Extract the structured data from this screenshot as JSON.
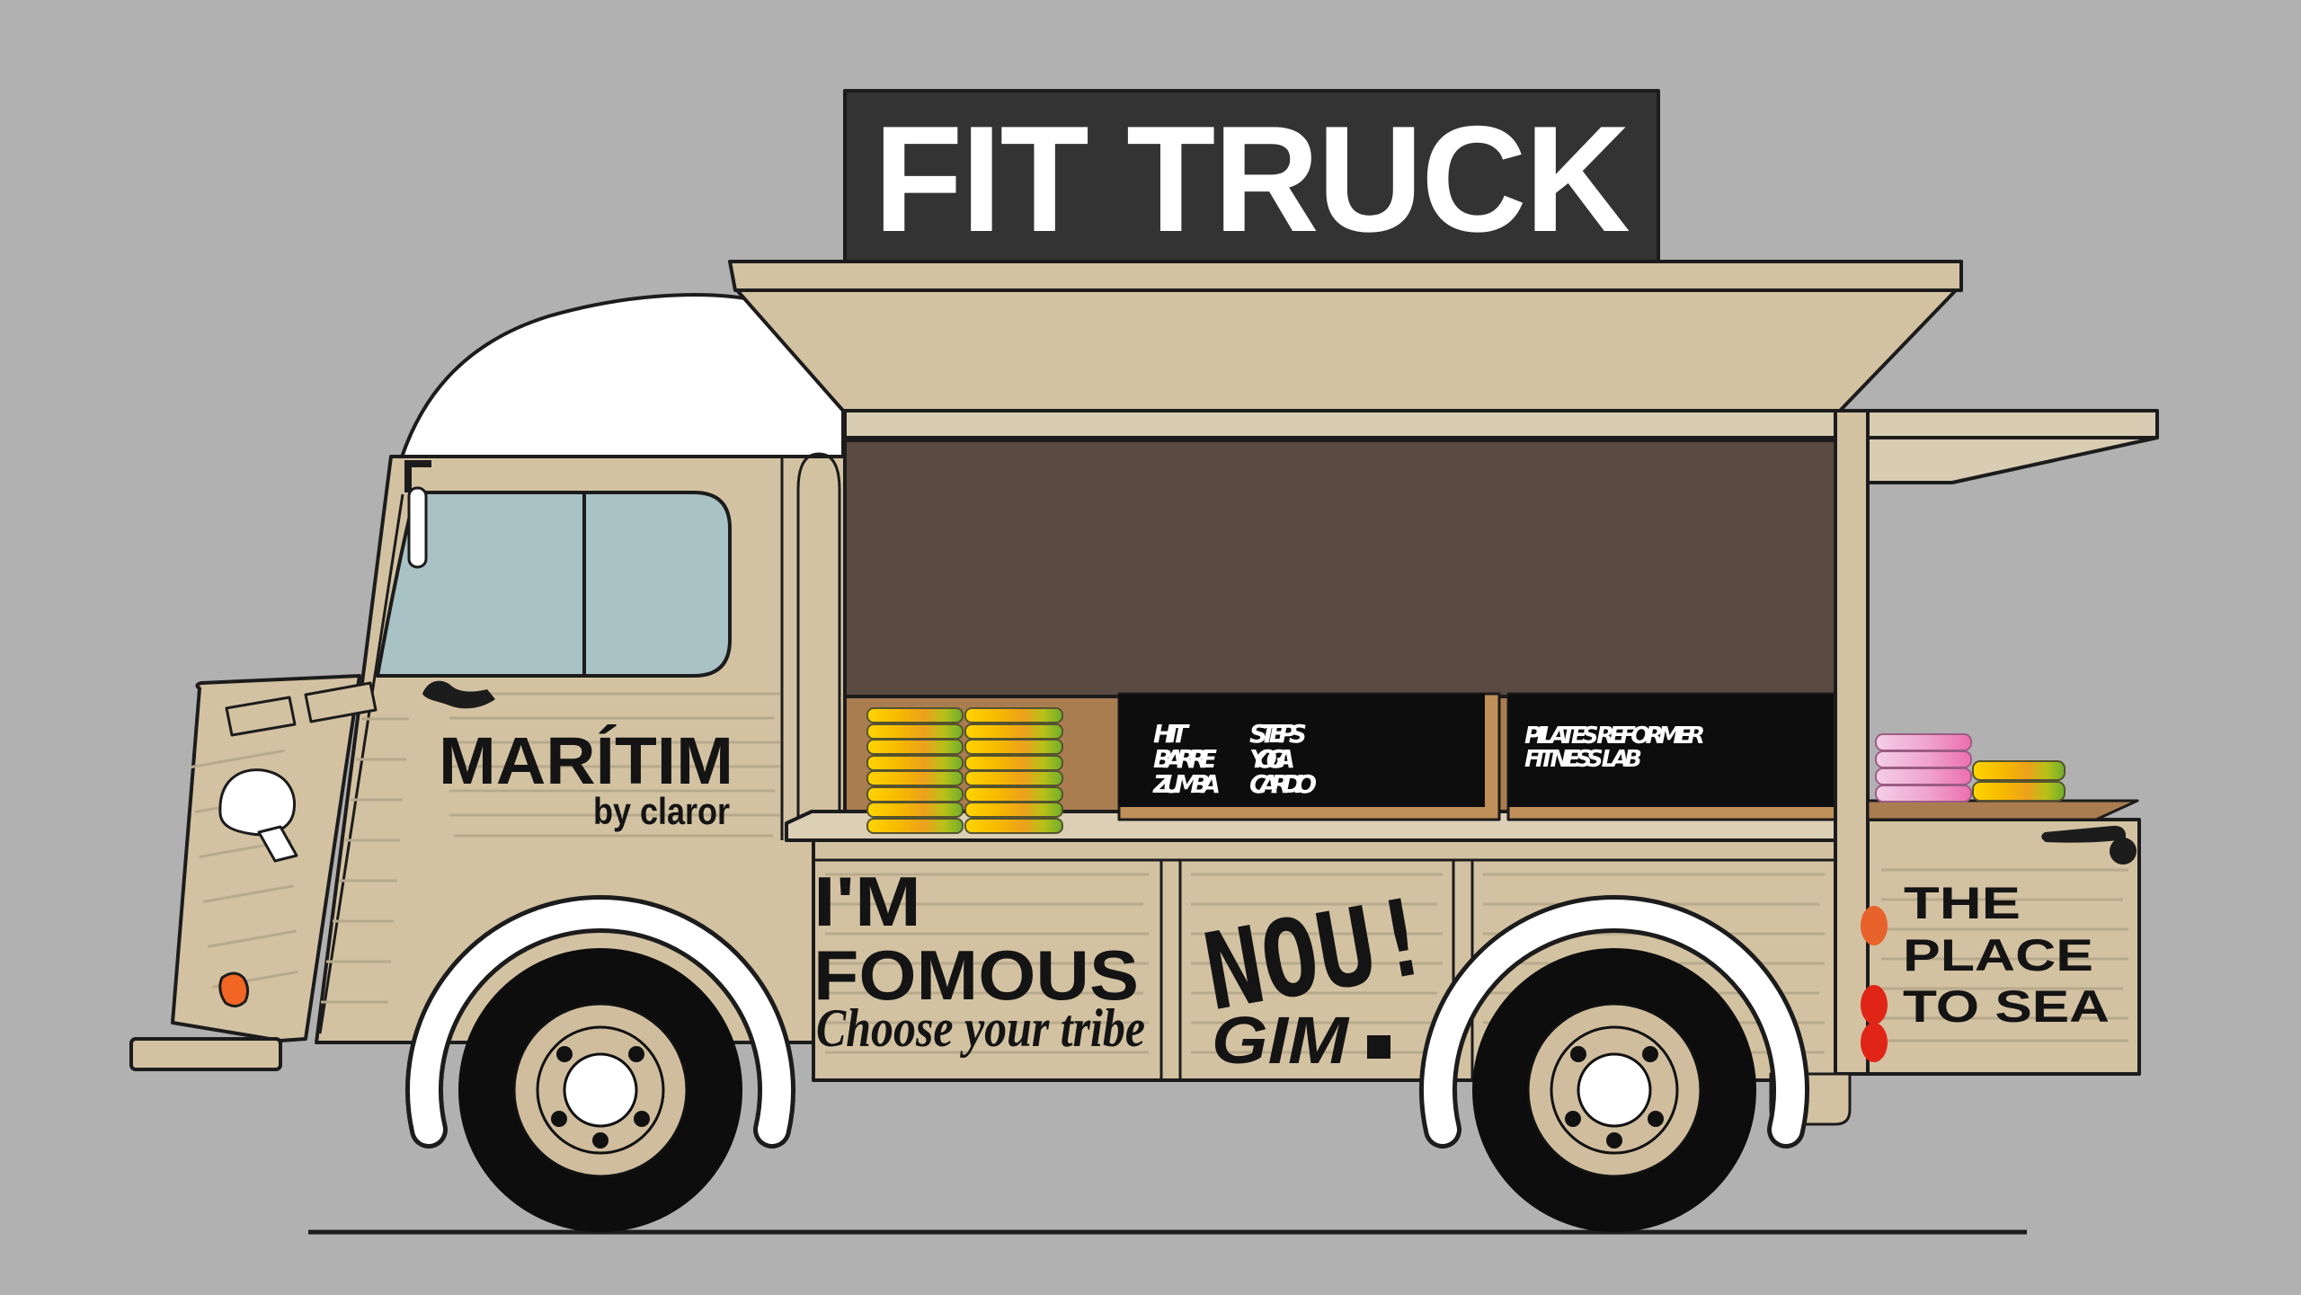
{
  "title": "FIT TRUCK mobile gym food-truck illustration",
  "background_color": "#b1b1b1",
  "sign": {
    "label": "FIT TRUCK",
    "bg": "#333333",
    "text_color": "#ffffff"
  },
  "cab": {
    "brand": "MARÍTIM",
    "brand_sub": "by claror"
  },
  "menu_boards": {
    "board1": {
      "col1": [
        "HIT",
        "BARRE",
        "ZUMBA"
      ],
      "col2": [
        "STEPS",
        "YOGA",
        "CARDIO"
      ]
    },
    "board2": {
      "line1": "PILATES REFORMER",
      "line2": "FITNESS LAB"
    }
  },
  "side_panels": {
    "famous_line1": "I'M",
    "famous_line2": "FOMOUS",
    "tagline": "Choose your tribe",
    "graffiti_word": "NOU!",
    "graffiti_sub": "GIM"
  },
  "rear": {
    "line1": "THE",
    "line2": "PLACE",
    "line3": "TO SEA"
  },
  "colors": {
    "body_tan": "#d3c2a2",
    "rail_tan": "#d8ccb2",
    "ledge_tan": "#dbcfb6",
    "window_opening_brown": "#5a4a41",
    "counter_brown": "#aa7d51",
    "menu_frame_brown": "#c0905a",
    "menu_board_black": "#0d0d0d",
    "cab_window_blue": "#a9c2c5",
    "roof_white": "#ffffff",
    "tire_black": "#0d0d0d",
    "tail_light_orange": "#e8622c",
    "tail_light_red": "#e02517",
    "towel_yellow_green": [
      "#ffd400",
      "#6fae2c"
    ],
    "towel_pink": [
      "#f3cfe8",
      "#ec6fae"
    ]
  }
}
